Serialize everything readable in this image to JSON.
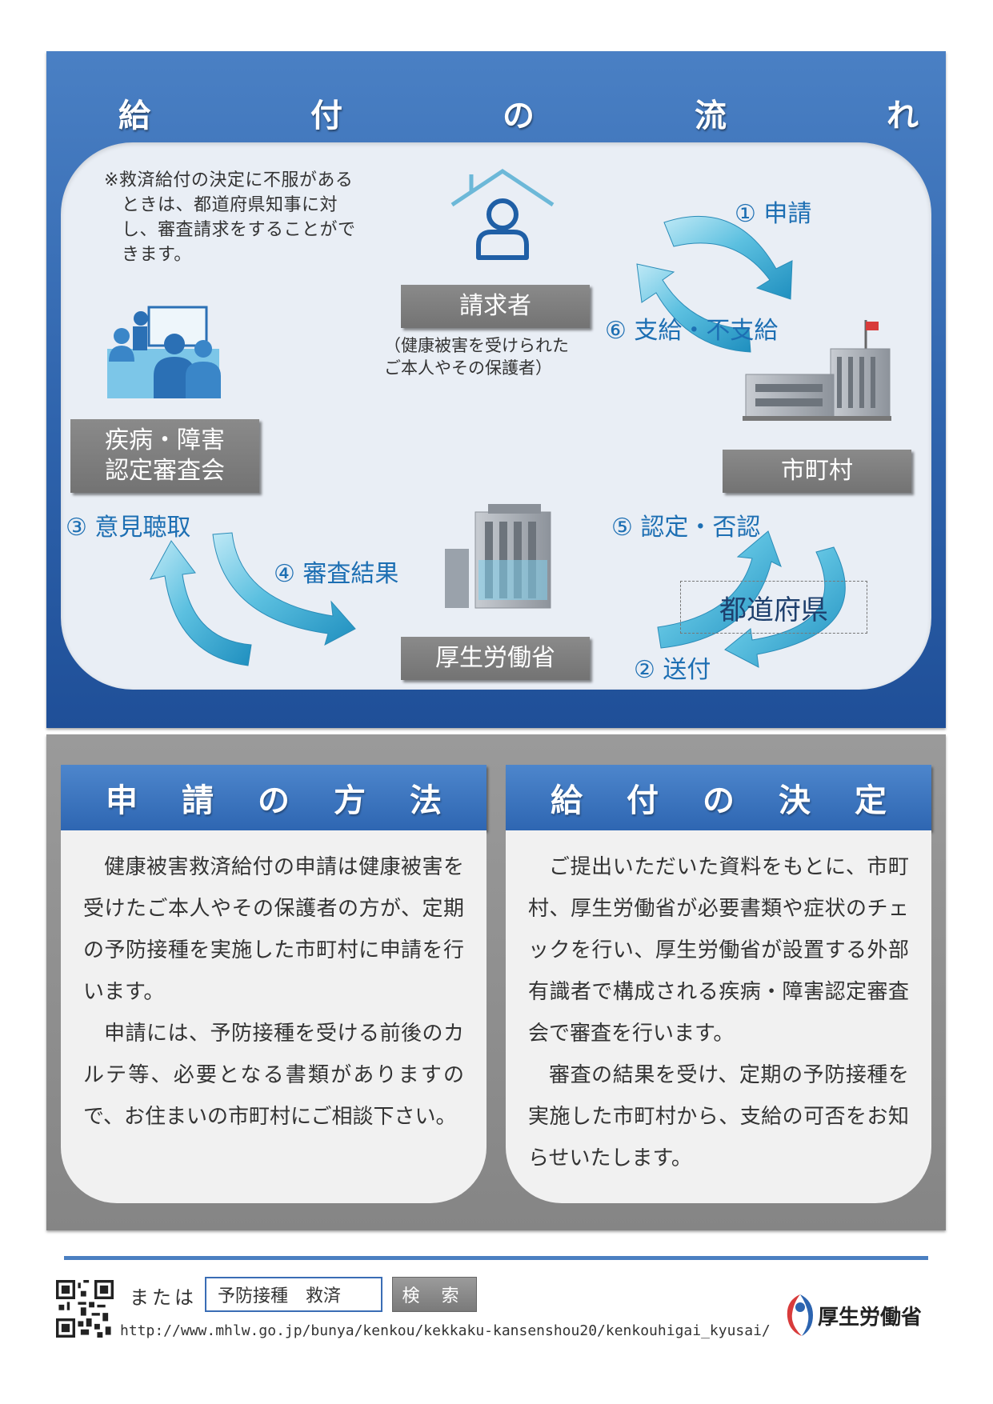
{
  "flow": {
    "title_chars": [
      "給",
      "付",
      "の",
      "流",
      "れ"
    ],
    "note": "※救済給付の決定に不服があるときは、都道府県知事に対し、審査請求をすることができます。",
    "claimant": {
      "label": "請求者",
      "caption_lines": [
        "（健康被害を受けられた",
        "ご本人やその保護者）"
      ]
    },
    "municipality": {
      "label": "市町村"
    },
    "committee": {
      "label_lines": [
        "疾病・障害",
        "認定審査会"
      ]
    },
    "ministry": {
      "label": "厚生労働省"
    },
    "prefecture": {
      "label": "都道府県"
    },
    "steps": {
      "s1": "① 申請",
      "s2": "② 送付",
      "s3": "③ 意見聴取",
      "s4": "④ 審査結果",
      "s5": "⑤ 認定・否認",
      "s6": "⑥ 支給・不支給"
    }
  },
  "application": {
    "title_chars": [
      "申",
      "請",
      "の",
      "方",
      "法"
    ],
    "paragraphs": [
      "健康被害救済給付の申請は健康被害を受けたご本人やその保護者の方が、定期の予防接種を実施した市町村に申請を行います。",
      "申請には、予防接種を受ける前後のカルテ等、必要となる書類がありますので、お住まいの市町村にご相談下さい。"
    ]
  },
  "decision": {
    "title_chars": [
      "給",
      "付",
      "の",
      "決",
      "定"
    ],
    "paragraphs": [
      "ご提出いただいた資料をもとに、市町村、厚生労働省が必要書類や症状のチェックを行い、厚生労働省が設置する外部有識者で構成される疾病・障害認定審査会で審査を行います。",
      "審査の結果を受け、定期の予防接種を実施した市町村から、支給の可否をお知らせいたします。"
    ]
  },
  "footer": {
    "or_label": "または",
    "search_value": "予防接種　救済",
    "search_button": "検 索",
    "url": "http://www.mhlw.go.jp/bunya/kenkou/kekkaku-kansenshou20/kenkouhigai_kyusai/",
    "ministry_name": "厚生労働省"
  },
  "colors": {
    "panel_blue": "#2f64ad",
    "arrow_cyan": "#4fb8da",
    "step_text": "#1d6fb3",
    "box_gray": "#7d7d7d"
  }
}
